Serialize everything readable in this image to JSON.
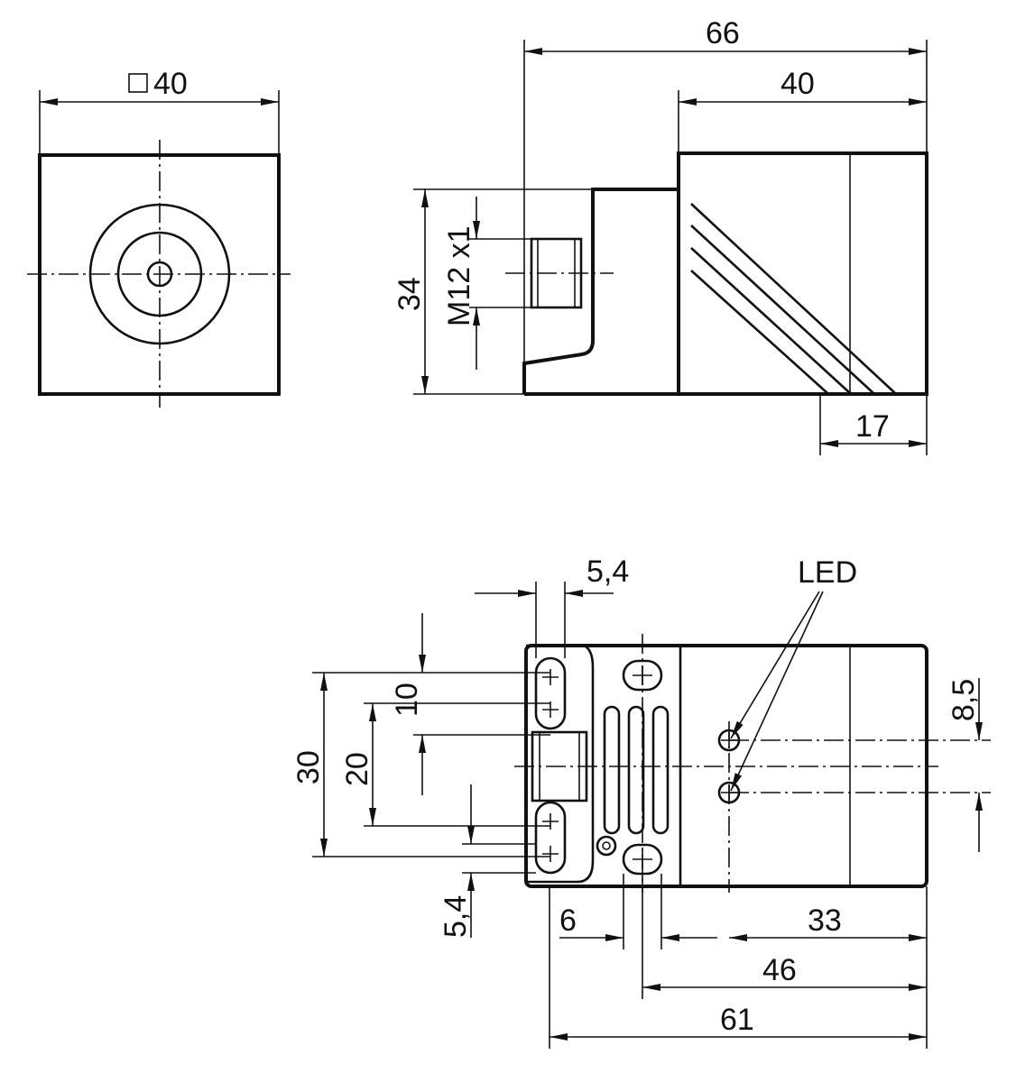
{
  "drawing": {
    "dimensions": {
      "front_width": "40",
      "side_total_length": "66",
      "side_body_length": "40",
      "side_height": "34",
      "thread": "M12 x1",
      "side_led_offset": "17",
      "bottom_slot_width": "5,4",
      "bottom_hole_spacing_small": "10",
      "bottom_slot_span": "30",
      "bottom_hole_spacing": "20",
      "bottom_slot_offset": "5,4",
      "bottom_offset_6": "6",
      "bottom_led_dist": "33",
      "bottom_hole_dist": "46",
      "bottom_total": "61",
      "led_spacing": "8,5"
    },
    "labels": {
      "led": "LED"
    }
  }
}
